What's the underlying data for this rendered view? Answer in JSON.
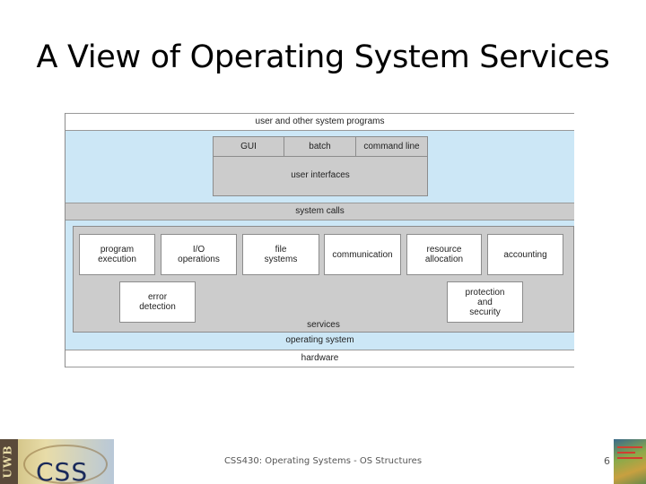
{
  "slide": {
    "title": "A View of Operating System Services",
    "footer_text": "CSS430: Operating Systems - OS Structures",
    "page_number": "6"
  },
  "diagram": {
    "user_programs": "user and other system programs",
    "ui_options": [
      "GUI",
      "batch",
      "command line"
    ],
    "user_interfaces": "user interfaces",
    "system_calls": "system calls",
    "services_row1": [
      "program\nexecution",
      "I/O\noperations",
      "file\nsystems",
      "communication",
      "resource\nallocation",
      "accounting"
    ],
    "services_row2": [
      "error\ndetection",
      "protection\nand\nsecurity"
    ],
    "services": "services",
    "operating_system": "operating system",
    "hardware": "hardware"
  },
  "colors": {
    "ui_band": "#cce7f6",
    "service_panel": "#cccccc",
    "service_box": "#ffffff"
  }
}
